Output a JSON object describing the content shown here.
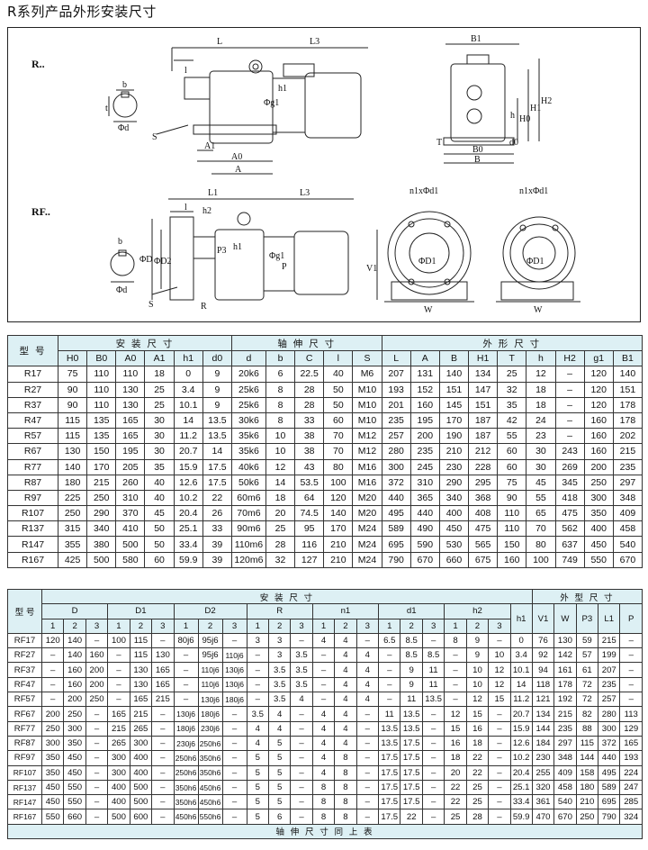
{
  "page": {
    "title": "R系列产品外形安装尺寸"
  },
  "drawing": {
    "r_label": "R..",
    "rf_label": "RF..",
    "dims": {
      "L": "L",
      "L1": "L1",
      "L3": "L3",
      "l": "l",
      "h2": "h2",
      "b": "b",
      "t": "t",
      "d": "Φd",
      "S": "S",
      "R": "R",
      "A1": "A1",
      "A0": "A0",
      "A": "A",
      "g1": "Φg1",
      "h1": "h1",
      "B1": "B1",
      "H2": "H2",
      "H1": "H1",
      "H0": "H0",
      "h": "h",
      "T": "T",
      "B0": "B0",
      "B": "B",
      "d0": "d0",
      "D": "ΦD",
      "D2": "ΦD2",
      "D1": "ΦD1",
      "P3": "P3",
      "P": "P",
      "V1": "V1",
      "W": "W",
      "nd1": "n1xΦd1"
    }
  },
  "table1": {
    "group_headers": {
      "model": "型 号",
      "install": "安 装 尺 寸",
      "shaft": "轴 伸 尺 寸",
      "outline": "外 形 尺 寸"
    },
    "columns": [
      "H0",
      "B0",
      "A0",
      "A1",
      "h1",
      "d0",
      "d",
      "b",
      "C",
      "l",
      "S",
      "L",
      "A",
      "B",
      "H1",
      "T",
      "h",
      "H2",
      "g1",
      "B1"
    ],
    "rows": [
      [
        "R17",
        "75",
        "110",
        "110",
        "18",
        "0",
        "9",
        "20k6",
        "6",
        "22.5",
        "40",
        "M6",
        "207",
        "131",
        "140",
        "134",
        "25",
        "12",
        "–",
        "120",
        "140"
      ],
      [
        "R27",
        "90",
        "110",
        "130",
        "25",
        "3.4",
        "9",
        "25k6",
        "8",
        "28",
        "50",
        "M10",
        "193",
        "152",
        "151",
        "147",
        "32",
        "18",
        "–",
        "120",
        "151"
      ],
      [
        "R37",
        "90",
        "110",
        "130",
        "25",
        "10.1",
        "9",
        "25k6",
        "8",
        "28",
        "50",
        "M10",
        "201",
        "160",
        "145",
        "151",
        "35",
        "18",
        "–",
        "120",
        "178"
      ],
      [
        "R47",
        "115",
        "135",
        "165",
        "30",
        "14",
        "13.5",
        "30k6",
        "8",
        "33",
        "60",
        "M10",
        "235",
        "195",
        "170",
        "187",
        "42",
        "24",
        "–",
        "160",
        "178"
      ],
      [
        "R57",
        "115",
        "135",
        "165",
        "30",
        "11.2",
        "13.5",
        "35k6",
        "10",
        "38",
        "70",
        "M12",
        "257",
        "200",
        "190",
        "187",
        "55",
        "23",
        "–",
        "160",
        "202"
      ],
      [
        "R67",
        "130",
        "150",
        "195",
        "30",
        "20.7",
        "14",
        "35k6",
        "10",
        "38",
        "70",
        "M12",
        "280",
        "235",
        "210",
        "212",
        "60",
        "30",
        "243",
        "160",
        "215"
      ],
      [
        "R77",
        "140",
        "170",
        "205",
        "35",
        "15.9",
        "17.5",
        "40k6",
        "12",
        "43",
        "80",
        "M16",
        "300",
        "245",
        "230",
        "228",
        "60",
        "30",
        "269",
        "200",
        "235"
      ],
      [
        "R87",
        "180",
        "215",
        "260",
        "40",
        "12.6",
        "17.5",
        "50k6",
        "14",
        "53.5",
        "100",
        "M16",
        "372",
        "310",
        "290",
        "295",
        "75",
        "45",
        "345",
        "250",
        "297"
      ],
      [
        "R97",
        "225",
        "250",
        "310",
        "40",
        "10.2",
        "22",
        "60m6",
        "18",
        "64",
        "120",
        "M20",
        "440",
        "365",
        "340",
        "368",
        "90",
        "55",
        "418",
        "300",
        "348"
      ],
      [
        "R107",
        "250",
        "290",
        "370",
        "45",
        "20.4",
        "26",
        "70m6",
        "20",
        "74.5",
        "140",
        "M20",
        "495",
        "440",
        "400",
        "408",
        "110",
        "65",
        "475",
        "350",
        "409"
      ],
      [
        "R137",
        "315",
        "340",
        "410",
        "50",
        "25.1",
        "33",
        "90m6",
        "25",
        "95",
        "170",
        "M24",
        "589",
        "490",
        "450",
        "475",
        "110",
        "70",
        "562",
        "400",
        "458"
      ],
      [
        "R147",
        "355",
        "380",
        "500",
        "50",
        "33.4",
        "39",
        "110m6",
        "28",
        "116",
        "210",
        "M24",
        "695",
        "590",
        "530",
        "565",
        "150",
        "80",
        "637",
        "450",
        "540"
      ],
      [
        "R167",
        "425",
        "500",
        "580",
        "60",
        "59.9",
        "39",
        "120m6",
        "32",
        "127",
        "210",
        "M24",
        "790",
        "670",
        "660",
        "675",
        "160",
        "100",
        "749",
        "550",
        "670"
      ]
    ]
  },
  "table2": {
    "group_headers": {
      "model": "型 号",
      "install": "安 装 尺 寸",
      "outline": "外 型 尺 寸"
    },
    "sub_headers": [
      "D",
      "D1",
      "D2",
      "R",
      "n1",
      "d1",
      "h2",
      "h1",
      "V1",
      "W",
      "P3",
      "L1",
      "P"
    ],
    "index_labels": [
      "1",
      "2",
      "3"
    ],
    "rows": [
      [
        "RF17",
        "120",
        "140",
        "–",
        "100",
        "115",
        "–",
        "80j6",
        "95j6",
        "–",
        "3",
        "3",
        "–",
        "4",
        "4",
        "–",
        "6.5",
        "8.5",
        "–",
        "8",
        "9",
        "–",
        "0",
        "76",
        "130",
        "59",
        "215",
        "–"
      ],
      [
        "RF27",
        "–",
        "140",
        "160",
        "–",
        "115",
        "130",
        "–",
        "95j6",
        "110j6",
        "–",
        "3",
        "3.5",
        "–",
        "4",
        "4",
        "–",
        "8.5",
        "8.5",
        "–",
        "9",
        "10",
        "3.4",
        "92",
        "142",
        "57",
        "199",
        "–"
      ],
      [
        "RF37",
        "–",
        "160",
        "200",
        "–",
        "130",
        "165",
        "–",
        "110j6",
        "130j6",
        "–",
        "3.5",
        "3.5",
        "–",
        "4",
        "4",
        "–",
        "9",
        "11",
        "–",
        "10",
        "12",
        "10.1",
        "94",
        "161",
        "61",
        "207",
        "–"
      ],
      [
        "RF47",
        "–",
        "160",
        "200",
        "–",
        "130",
        "165",
        "–",
        "110j6",
        "130j6",
        "–",
        "3.5",
        "3.5",
        "–",
        "4",
        "4",
        "–",
        "9",
        "11",
        "–",
        "10",
        "12",
        "14",
        "118",
        "178",
        "72",
        "235",
        "–"
      ],
      [
        "RF57",
        "–",
        "200",
        "250",
        "–",
        "165",
        "215",
        "–",
        "130j6",
        "180j6",
        "–",
        "3.5",
        "4",
        "–",
        "4",
        "4",
        "–",
        "11",
        "13.5",
        "–",
        "12",
        "15",
        "11.2",
        "121",
        "192",
        "72",
        "257",
        "–"
      ],
      [
        "RF67",
        "200",
        "250",
        "–",
        "165",
        "215",
        "–",
        "130j6",
        "180j6",
        "–",
        "3.5",
        "4",
        "–",
        "4",
        "4",
        "–",
        "11",
        "13.5",
        "–",
        "12",
        "15",
        "–",
        "20.7",
        "134",
        "215",
        "82",
        "280",
        "113"
      ],
      [
        "RF77",
        "250",
        "300",
        "–",
        "215",
        "265",
        "–",
        "180j6",
        "230j6",
        "–",
        "4",
        "4",
        "–",
        "4",
        "4",
        "–",
        "13.5",
        "13.5",
        "–",
        "15",
        "16",
        "–",
        "15.9",
        "144",
        "235",
        "88",
        "300",
        "129"
      ],
      [
        "RF87",
        "300",
        "350",
        "–",
        "265",
        "300",
        "–",
        "230j6",
        "250h6",
        "–",
        "4",
        "5",
        "–",
        "4",
        "4",
        "–",
        "13.5",
        "17.5",
        "–",
        "16",
        "18",
        "–",
        "12.6",
        "184",
        "297",
        "115",
        "372",
        "165"
      ],
      [
        "RF97",
        "350",
        "450",
        "–",
        "300",
        "400",
        "–",
        "250h6",
        "350h6",
        "–",
        "5",
        "5",
        "–",
        "4",
        "8",
        "–",
        "17.5",
        "17.5",
        "–",
        "18",
        "22",
        "–",
        "10.2",
        "230",
        "348",
        "144",
        "440",
        "193"
      ],
      [
        "RF107",
        "350",
        "450",
        "–",
        "300",
        "400",
        "–",
        "250h6",
        "350h6",
        "–",
        "5",
        "5",
        "–",
        "4",
        "8",
        "–",
        "17.5",
        "17.5",
        "–",
        "20",
        "22",
        "–",
        "20.4",
        "255",
        "409",
        "158",
        "495",
        "224"
      ],
      [
        "RF137",
        "450",
        "550",
        "–",
        "400",
        "500",
        "–",
        "350h6",
        "450h6",
        "–",
        "5",
        "5",
        "–",
        "8",
        "8",
        "–",
        "17.5",
        "17.5",
        "–",
        "22",
        "25",
        "–",
        "25.1",
        "320",
        "458",
        "180",
        "589",
        "247"
      ],
      [
        "RF147",
        "450",
        "550",
        "–",
        "400",
        "500",
        "–",
        "350h6",
        "450h6",
        "–",
        "5",
        "5",
        "–",
        "8",
        "8",
        "–",
        "17.5",
        "17.5",
        "–",
        "22",
        "25",
        "–",
        "33.4",
        "361",
        "540",
        "210",
        "695",
        "285"
      ],
      [
        "RF167",
        "550",
        "660",
        "–",
        "500",
        "600",
        "–",
        "450h6",
        "550h6",
        "–",
        "5",
        "6",
        "–",
        "8",
        "8",
        "–",
        "17.5",
        "22",
        "–",
        "25",
        "28",
        "–",
        "59.9",
        "470",
        "670",
        "250",
        "790",
        "324"
      ]
    ],
    "footer": "轴 伸 尺 寸 同 上 表"
  }
}
